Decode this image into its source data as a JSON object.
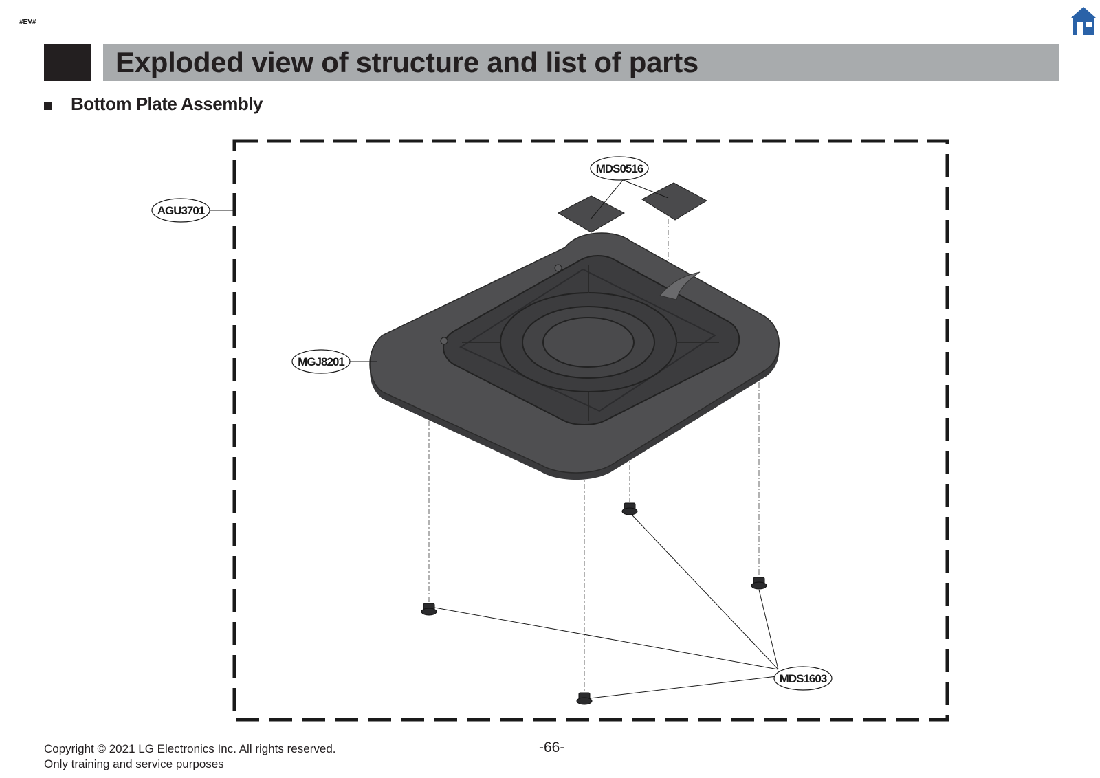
{
  "page": {
    "marker": "#EV#",
    "title": "Exploded view of structure and list of parts",
    "section_title": "Bottom Plate Assembly",
    "page_number": "-66-"
  },
  "header": {
    "home_icon": "home-icon",
    "home_color": "#2a62a8"
  },
  "diagram": {
    "parts": {
      "agu": "AGU3701",
      "mds0516": "MDS0516",
      "mgj": "MGJ8201",
      "mds1603": "MDS1603"
    }
  },
  "footer": {
    "copyright": "Copyright © 2021 LG Electronics Inc. All rights reserved.",
    "note": "Only training and service purposes"
  },
  "colors": {
    "title_bar": "#a8abad",
    "dark": "#231f20",
    "plate": "#4a4a4c"
  }
}
